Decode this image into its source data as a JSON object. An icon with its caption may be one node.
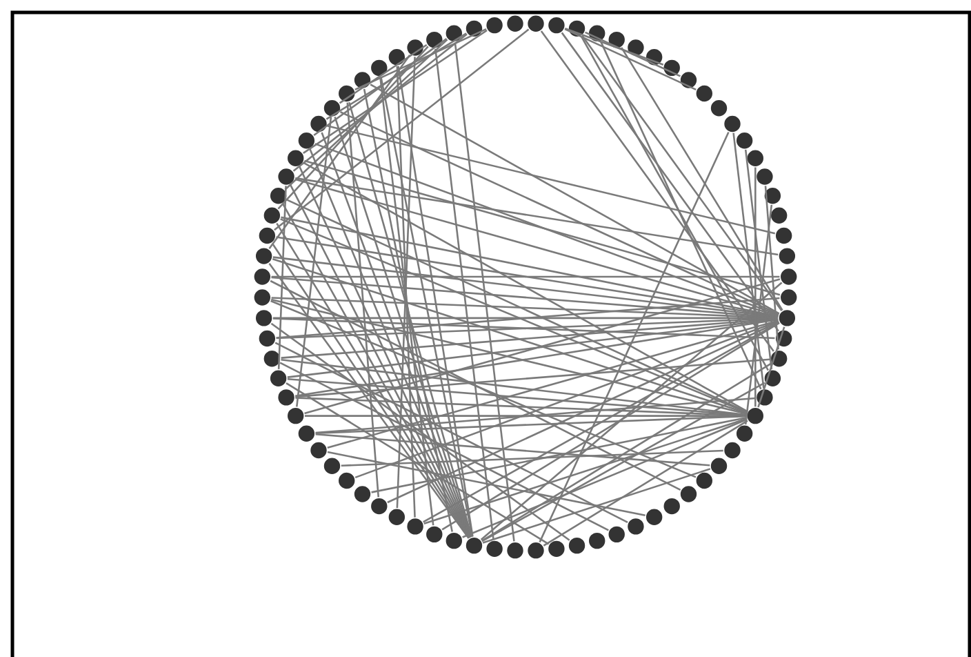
{
  "diagram": {
    "nodes": [
      {
        "text": [],
        "shape": "circle"
      },
      {
        "text": [],
        "shape": "circle"
      },
      {
        "text": [],
        "shape": "circle"
      },
      {
        "text": [],
        "shape": "circle"
      },
      {
        "text": [],
        "shape": "circle"
      },
      {
        "text": [],
        "shape": "circle"
      },
      {
        "text": [],
        "shape": "circle"
      },
      {
        "text": [],
        "shape": "circle"
      },
      {
        "text": [],
        "shape": "circle"
      },
      {
        "text": [],
        "shape": "circle"
      },
      {
        "text": [],
        "shape": "circle"
      },
      {
        "text": [],
        "shape": "circle"
      },
      {
        "text": [],
        "shape": "circle"
      },
      {
        "text": [],
        "shape": "circle"
      },
      {
        "text": [],
        "shape": "circle"
      },
      {
        "text": [],
        "shape": "circle"
      },
      {
        "text": [],
        "shape": "circle"
      },
      {
        "text": [],
        "shape": "circle"
      },
      {
        "text": [],
        "shape": "circle"
      },
      {
        "text": [],
        "shape": "circle"
      },
      {
        "text": [],
        "shape": "circle"
      },
      {
        "text": [],
        "shape": "circle"
      },
      {
        "text": [],
        "shape": "circle"
      },
      {
        "text": [],
        "shape": "circle"
      },
      {
        "text": [],
        "shape": "circle"
      },
      {
        "text": [],
        "shape": "circle"
      },
      {
        "text": [],
        "shape": "circle"
      },
      {
        "text": [],
        "shape": "circle"
      },
      {
        "text": [],
        "shape": "circle"
      },
      {
        "text": [],
        "shape": "circle"
      },
      {
        "text": [],
        "shape": "circle"
      },
      {
        "text": [],
        "shape": "circle"
      },
      {
        "text": [],
        "shape": "circle"
      },
      {
        "text": [],
        "shape": "circle"
      },
      {
        "text": [],
        "shape": "circle"
      },
      {
        "text": [],
        "shape": "circle"
      },
      {
        "text": [],
        "shape": "circle"
      },
      {
        "text": [],
        "shape": "circle"
      },
      {
        "text": [],
        "shape": "circle"
      },
      {
        "text": [],
        "shape": "circle"
      },
      {
        "text": [],
        "shape": "circle"
      },
      {
        "text": [],
        "shape": "circle"
      },
      {
        "text": [],
        "shape": "circle"
      },
      {
        "text": [],
        "shape": "circle"
      },
      {
        "text": [],
        "shape": "circle"
      },
      {
        "text": [],
        "shape": "circle"
      },
      {
        "text": [],
        "shape": "circle"
      },
      {
        "text": [],
        "shape": "circle"
      },
      {
        "text": [],
        "shape": "circle"
      },
      {
        "text": [],
        "shape": "circle"
      },
      {
        "text": [],
        "shape": "circle"
      },
      {
        "text": [],
        "shape": "circle"
      },
      {
        "text": [],
        "shape": "circle"
      },
      {
        "text": [],
        "shape": "circle"
      },
      {
        "text": [],
        "shape": "circle"
      },
      {
        "text": [],
        "shape": "circle"
      },
      {
        "text": [],
        "shape": "circle"
      },
      {
        "text": [],
        "shape": "circle"
      },
      {
        "text": [],
        "shape": "circle"
      },
      {
        "text": [],
        "shape": "circle"
      },
      {
        "text": [],
        "shape": "circle"
      },
      {
        "text": [],
        "shape": "circle"
      },
      {
        "text": [],
        "shape": "circle"
      },
      {
        "text": [],
        "shape": "circle"
      },
      {
        "text": [],
        "shape": "circle"
      },
      {
        "text": [],
        "shape": "circle"
      },
      {
        "text": [],
        "shape": "circle"
      },
      {
        "text": [],
        "shape": "circle"
      },
      {
        "text": [],
        "shape": "circle"
      },
      {
        "text": [],
        "shape": "circle"
      },
      {
        "text": [],
        "shape": "circle"
      },
      {
        "text": [],
        "shape": "circle"
      },
      {
        "text": [],
        "shape": "circle"
      },
      {
        "text": [],
        "shape": "circle"
      },
      {
        "text": [],
        "shape": "circle"
      },
      {
        "text": [],
        "shape": "circle"
      },
      {
        "text": [],
        "shape": "circle"
      },
      {
        "text": [],
        "shape": "circle"
      },
      {
        "text": [],
        "shape": "circle"
      },
      {
        "text": [],
        "shape": "circle"
      }
    ],
    "edges": [
      {
        "from": 22,
        "to": 55,
        "arrow": "none"
      },
      {
        "from": 22,
        "to": 56,
        "arrow": "none"
      },
      {
        "from": 22,
        "to": 57,
        "arrow": "none"
      },
      {
        "from": 22,
        "to": 58,
        "arrow": "none"
      },
      {
        "from": 22,
        "to": 59,
        "arrow": "none"
      },
      {
        "from": 22,
        "to": 60,
        "arrow": "none"
      },
      {
        "from": 22,
        "to": 61,
        "arrow": "none"
      },
      {
        "from": 22,
        "to": 62,
        "arrow": "none"
      },
      {
        "from": 22,
        "to": 63,
        "arrow": "none"
      },
      {
        "from": 22,
        "to": 64,
        "arrow": "none"
      },
      {
        "from": 22,
        "to": 66,
        "arrow": "none"
      },
      {
        "from": 22,
        "to": 68,
        "arrow": "none"
      },
      {
        "from": 22,
        "to": 50,
        "arrow": "none"
      },
      {
        "from": 22,
        "to": 52,
        "arrow": "none"
      },
      {
        "from": 22,
        "to": 45,
        "arrow": "none"
      },
      {
        "from": 22,
        "to": 46,
        "arrow": "none"
      },
      {
        "from": 22,
        "to": 48,
        "arrow": "none"
      },
      {
        "from": 22,
        "to": 3,
        "arrow": "none"
      },
      {
        "from": 22,
        "to": 5,
        "arrow": "none"
      },
      {
        "from": 22,
        "to": 70,
        "arrow": "none"
      },
      {
        "from": 22,
        "to": 72,
        "arrow": "none"
      },
      {
        "from": 22,
        "to": 27,
        "arrow": "none"
      },
      {
        "from": 27,
        "to": 53,
        "arrow": "none"
      },
      {
        "from": 27,
        "to": 54,
        "arrow": "none"
      },
      {
        "from": 27,
        "to": 55,
        "arrow": "none"
      },
      {
        "from": 27,
        "to": 56,
        "arrow": "none"
      },
      {
        "from": 27,
        "to": 57,
        "arrow": "none"
      },
      {
        "from": 27,
        "to": 60,
        "arrow": "none"
      },
      {
        "from": 27,
        "to": 62,
        "arrow": "none"
      },
      {
        "from": 27,
        "to": 65,
        "arrow": "none"
      },
      {
        "from": 27,
        "to": 67,
        "arrow": "none"
      },
      {
        "from": 27,
        "to": 40,
        "arrow": "none"
      },
      {
        "from": 27,
        "to": 44,
        "arrow": "none"
      },
      {
        "from": 27,
        "to": 46,
        "arrow": "none"
      },
      {
        "from": 27,
        "to": 49,
        "arrow": "none"
      },
      {
        "from": 27,
        "to": 64,
        "arrow": "none"
      },
      {
        "from": 43,
        "to": 62,
        "arrow": "none"
      },
      {
        "from": 43,
        "to": 63,
        "arrow": "none"
      },
      {
        "from": 43,
        "to": 64,
        "arrow": "none"
      },
      {
        "from": 43,
        "to": 65,
        "arrow": "none"
      },
      {
        "from": 43,
        "to": 66,
        "arrow": "none"
      },
      {
        "from": 43,
        "to": 67,
        "arrow": "none"
      },
      {
        "from": 43,
        "to": 68,
        "arrow": "none"
      },
      {
        "from": 43,
        "to": 69,
        "arrow": "none"
      },
      {
        "from": 43,
        "to": 70,
        "arrow": "none"
      },
      {
        "from": 43,
        "to": 71,
        "arrow": "none"
      },
      {
        "from": 43,
        "to": 73,
        "arrow": "none"
      },
      {
        "from": 43,
        "to": 74,
        "arrow": "none"
      },
      {
        "from": 43,
        "to": 20,
        "arrow": "none"
      },
      {
        "from": 43,
        "to": 24,
        "arrow": "none"
      },
      {
        "from": 43,
        "to": 25,
        "arrow": "none"
      },
      {
        "from": 43,
        "to": 30,
        "arrow": "none"
      },
      {
        "from": 64,
        "to": 76,
        "arrow": "none"
      },
      {
        "from": 65,
        "to": 77,
        "arrow": "none"
      },
      {
        "from": 66,
        "to": 78,
        "arrow": "none"
      },
      {
        "from": 67,
        "to": 79,
        "arrow": "none"
      },
      {
        "from": 68,
        "to": 77,
        "arrow": "none"
      },
      {
        "from": 69,
        "to": 78,
        "arrow": "none"
      },
      {
        "from": 70,
        "to": 76,
        "arrow": "none"
      },
      {
        "from": 71,
        "to": 79,
        "arrow": "none"
      },
      {
        "from": 62,
        "to": 75,
        "arrow": "none"
      },
      {
        "from": 63,
        "to": 1,
        "arrow": "none"
      },
      {
        "from": 1,
        "to": 24,
        "arrow": "none"
      },
      {
        "from": 2,
        "to": 23,
        "arrow": "none"
      },
      {
        "from": 3,
        "to": 25,
        "arrow": "none"
      },
      {
        "from": 4,
        "to": 26,
        "arrow": "none"
      },
      {
        "from": 2,
        "to": 8,
        "arrow": "none"
      },
      {
        "from": 3,
        "to": 9,
        "arrow": "none"
      },
      {
        "from": 2,
        "to": 10,
        "arrow": "none"
      },
      {
        "from": 12,
        "to": 40,
        "arrow": "none"
      },
      {
        "from": 12,
        "to": 26,
        "arrow": "none"
      },
      {
        "from": 13,
        "to": 25,
        "arrow": "none"
      },
      {
        "from": 14,
        "to": 27,
        "arrow": "none"
      },
      {
        "from": 15,
        "to": 24,
        "arrow": "none"
      },
      {
        "from": 16,
        "to": 28,
        "arrow": "none"
      },
      {
        "from": 72,
        "to": 44,
        "arrow": "none"
      },
      {
        "from": 73,
        "to": 45,
        "arrow": "none"
      },
      {
        "from": 74,
        "to": 46,
        "arrow": "none"
      },
      {
        "from": 75,
        "to": 47,
        "arrow": "none"
      },
      {
        "from": 71,
        "to": 48,
        "arrow": "none"
      },
      {
        "from": 76,
        "to": 42,
        "arrow": "none"
      },
      {
        "from": 77,
        "to": 41,
        "arrow": "none"
      },
      {
        "from": 54,
        "to": 20,
        "arrow": "none"
      },
      {
        "from": 55,
        "to": 24,
        "arrow": "none"
      },
      {
        "from": 53,
        "to": 30,
        "arrow": "none"
      },
      {
        "from": 52,
        "to": 34,
        "arrow": "none"
      },
      {
        "from": 58,
        "to": 35,
        "arrow": "none"
      },
      {
        "from": 57,
        "to": 36,
        "arrow": "none"
      },
      {
        "from": 59,
        "to": 38,
        "arrow": "none"
      },
      {
        "from": 56,
        "to": 39,
        "arrow": "none"
      },
      {
        "from": 60,
        "to": 31,
        "arrow": "none"
      },
      {
        "from": 61,
        "to": 32,
        "arrow": "none"
      },
      {
        "from": 54,
        "to": 70,
        "arrow": "none"
      },
      {
        "from": 56,
        "to": 66,
        "arrow": "none"
      },
      {
        "from": 66,
        "to": 19,
        "arrow": "none"
      },
      {
        "from": 67,
        "to": 21,
        "arrow": "none"
      },
      {
        "from": 69,
        "to": 18,
        "arrow": "none"
      },
      {
        "from": 58,
        "to": 21,
        "arrow": "none"
      },
      {
        "from": 59,
        "to": 23,
        "arrow": "none"
      },
      {
        "from": 61,
        "to": 20,
        "arrow": "none"
      },
      {
        "from": 53,
        "to": 26,
        "arrow": "none"
      },
      {
        "from": 51,
        "to": 29,
        "arrow": "none"
      }
    ]
  }
}
